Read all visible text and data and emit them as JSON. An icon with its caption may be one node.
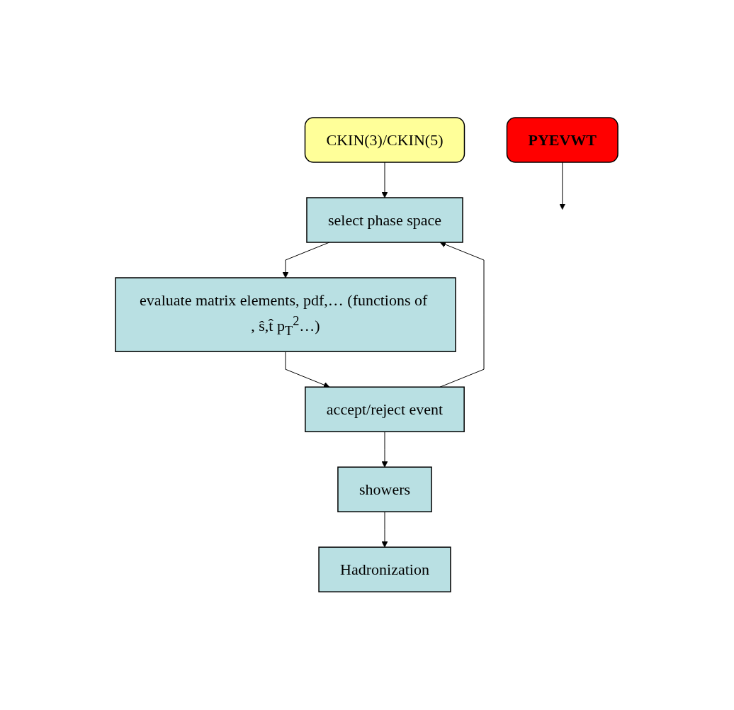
{
  "diagram": {
    "nodes": [
      {
        "text": [
          "CKIN(3)/CKIN(5)"
        ]
      },
      {
        "text": [
          "select phase space"
        ]
      },
      {
        "text": [
          "evaluate matrix elements, pdf,… (functions of , ŝ,t̂ p$_{T}$$^{2}$…)"
        ]
      },
      {
        "text": [
          "accept/reject event"
        ]
      },
      {
        "text": [
          "PYEVWT"
        ]
      },
      {
        "text": [
          "showers"
        ]
      },
      {
        "text": [
          "Hadronization"
        ]
      }
    ],
    "edges": [
      {
        "from": 0,
        "to": 1,
        "arrow": "to"
      },
      {
        "from": 1,
        "to": 2,
        "arrow": "to"
      },
      {
        "from": 2,
        "to": 3,
        "arrow": "to"
      },
      {
        "from": 4,
        "to": null,
        "arrow": "to"
      },
      {
        "from": 3,
        "to": 1,
        "arrow": "to"
      },
      {
        "from": 3,
        "to": 5,
        "arrow": "to"
      },
      {
        "from": 5,
        "to": 6,
        "arrow": "to"
      }
    ]
  }
}
